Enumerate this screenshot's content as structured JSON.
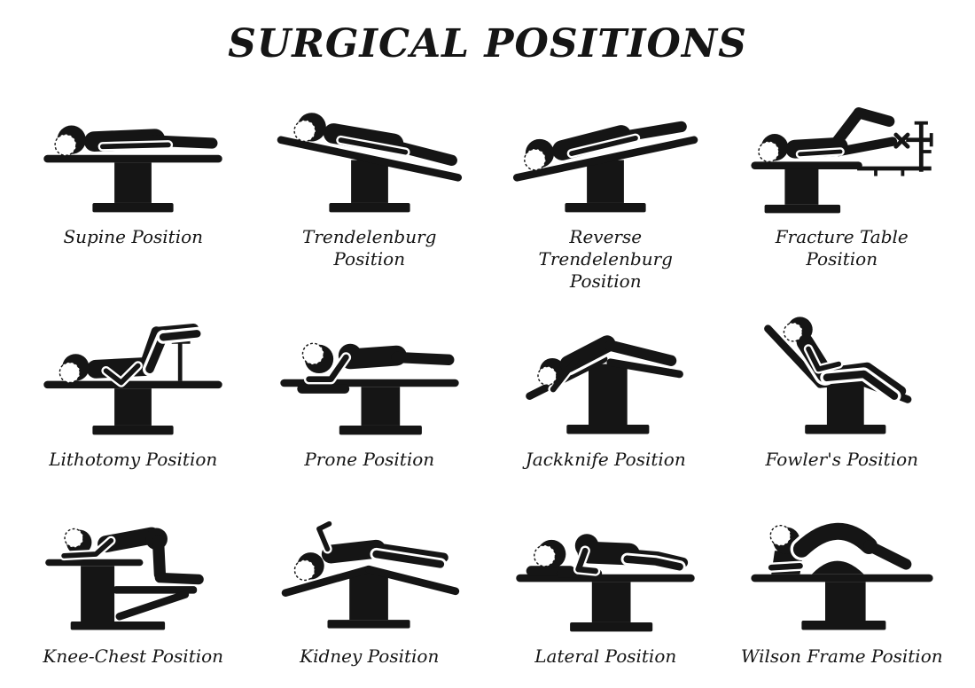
{
  "title": "SURGICAL POSITIONS",
  "colors": {
    "ink": "#151515",
    "background": "#ffffff"
  },
  "positions": [
    {
      "label": "Supine Position",
      "icon": "supine-icon"
    },
    {
      "label": "Trendelenburg Position",
      "icon": "trendelenburg-icon"
    },
    {
      "label": "Reverse Trendelenburg Position",
      "icon": "reverse-trendelenburg-icon"
    },
    {
      "label": "Fracture Table Position",
      "icon": "fracture-table-icon"
    },
    {
      "label": "Lithotomy Position",
      "icon": "lithotomy-icon"
    },
    {
      "label": "Prone Position",
      "icon": "prone-icon"
    },
    {
      "label": "Jackknife Position",
      "icon": "jackknife-icon"
    },
    {
      "label": "Fowler's Position",
      "icon": "fowlers-icon"
    },
    {
      "label": "Knee-Chest Position",
      "icon": "knee-chest-icon"
    },
    {
      "label": "Kidney Position",
      "icon": "kidney-icon"
    },
    {
      "label": "Lateral Position",
      "icon": "lateral-icon"
    },
    {
      "label": "Wilson Frame Position",
      "icon": "wilson-frame-icon"
    }
  ]
}
